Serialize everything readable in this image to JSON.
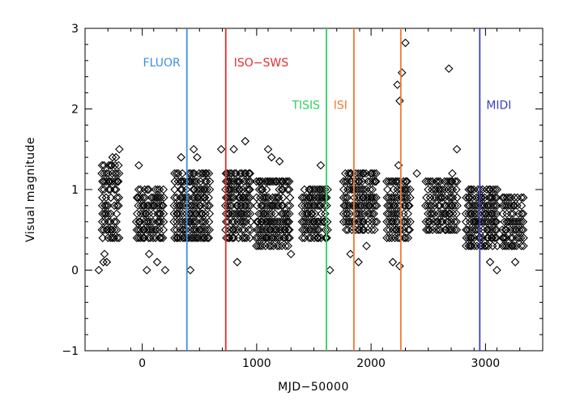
{
  "chart_data": {
    "type": "scatter",
    "title": "",
    "xlabel": "MJD−50000",
    "ylabel": "Visual magnitude",
    "xlim": [
      -500,
      3500
    ],
    "ylim": [
      -1,
      3
    ],
    "xticks": [
      0,
      1000,
      2000,
      3000
    ],
    "xtick_labels": [
      "0",
      "1000",
      "2000",
      "3000"
    ],
    "yticks": [
      -1,
      0,
      1,
      2,
      3
    ],
    "ytick_labels": [
      "−1",
      "0",
      "1",
      "2",
      "3"
    ],
    "marker": "diamond",
    "grid": false,
    "legend": "none",
    "instruments": [
      {
        "name": "FLUOR",
        "x": 390,
        "color": "#3d8fe0",
        "label_y": 2.58
      },
      {
        "name": "ISO−SWS",
        "x": 730,
        "color": "#e03030",
        "label_y": 2.58
      },
      {
        "name": "TISIS",
        "x": 1610,
        "color": "#2ed060",
        "label_y": 2.05
      },
      {
        "name": "ISI",
        "x": 1850,
        "color": "#f07a30",
        "label_y": 2.05
      },
      {
        "name": "ISI",
        "x": 2260,
        "color": "#f07a30",
        "label_y": null
      },
      {
        "name": "MIDI",
        "x": 2950,
        "color": "#4040c0",
        "label_y": 2.05
      }
    ],
    "clusters": [
      {
        "x": [
          -350,
          -190
        ],
        "y": [
          0.4,
          1.3
        ]
      },
      {
        "x": [
          -50,
          200
        ],
        "y": [
          0.4,
          1.0
        ]
      },
      {
        "x": [
          280,
          600
        ],
        "y": [
          0.4,
          1.2
        ]
      },
      {
        "x": [
          730,
          950
        ],
        "y": [
          0.4,
          1.2
        ]
      },
      {
        "x": [
          1000,
          1300
        ],
        "y": [
          0.3,
          1.1
        ]
      },
      {
        "x": [
          1400,
          1620
        ],
        "y": [
          0.4,
          1.0
        ]
      },
      {
        "x": [
          1760,
          2050
        ],
        "y": [
          0.5,
          1.2
        ]
      },
      {
        "x": [
          2140,
          2350
        ],
        "y": [
          0.4,
          1.1
        ]
      },
      {
        "x": [
          2480,
          2760
        ],
        "y": [
          0.5,
          1.1
        ]
      },
      {
        "x": [
          2830,
          3100
        ],
        "y": [
          0.3,
          1.0
        ]
      },
      {
        "x": [
          3150,
          3330
        ],
        "y": [
          0.3,
          0.9
        ]
      }
    ],
    "series": [
      {
        "points": [
          [
            -380,
            0.0
          ],
          [
            -340,
            0.1
          ],
          [
            -330,
            0.2
          ],
          [
            -310,
            0.1
          ],
          [
            -260,
            1.4
          ],
          [
            -230,
            1.4
          ],
          [
            -200,
            1.5
          ],
          [
            -30,
            1.3
          ],
          [
            40,
            0.0
          ],
          [
            60,
            0.2
          ],
          [
            130,
            0.1
          ],
          [
            200,
            0.0
          ],
          [
            340,
            1.4
          ],
          [
            420,
            0.0
          ],
          [
            450,
            1.5
          ],
          [
            480,
            1.4
          ],
          [
            690,
            1.5
          ],
          [
            800,
            1.5
          ],
          [
            830,
            0.1
          ],
          [
            900,
            1.6
          ],
          [
            1100,
            1.5
          ],
          [
            1130,
            1.4
          ],
          [
            1200,
            1.35
          ],
          [
            1300,
            0.2
          ],
          [
            1640,
            0.0
          ],
          [
            1560,
            1.3
          ],
          [
            1820,
            0.2
          ],
          [
            1890,
            0.1
          ],
          [
            1960,
            0.3
          ],
          [
            2230,
            2.3
          ],
          [
            2250,
            2.1
          ],
          [
            2270,
            2.45
          ],
          [
            2300,
            2.82
          ],
          [
            2240,
            1.3
          ],
          [
            2400,
            1.2
          ],
          [
            2190,
            0.1
          ],
          [
            2250,
            0.05
          ],
          [
            2680,
            2.5
          ],
          [
            2710,
            1.2
          ],
          [
            2750,
            1.5
          ],
          [
            3040,
            0.1
          ],
          [
            3100,
            0.0
          ],
          [
            3150,
            0.4
          ],
          [
            3260,
            0.1
          ]
        ]
      }
    ]
  }
}
